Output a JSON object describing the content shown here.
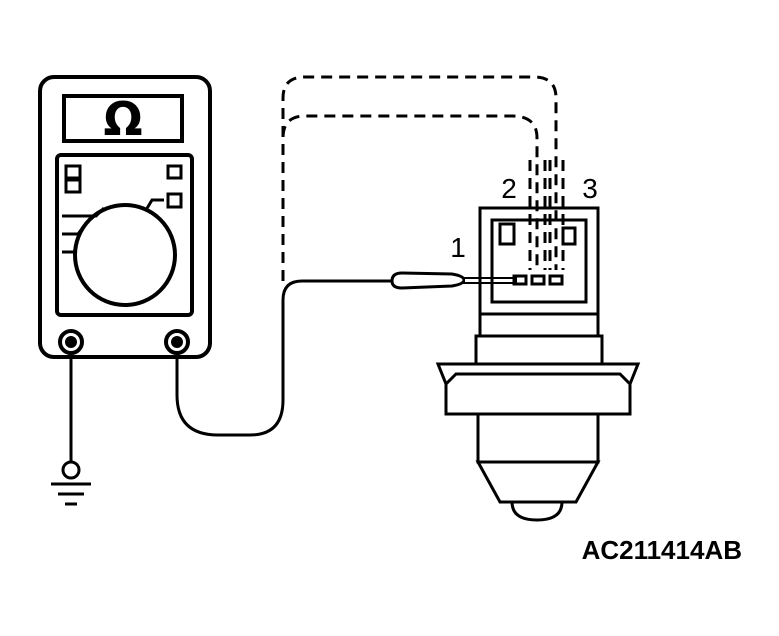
{
  "meter": {
    "display_symbol": "Ω",
    "function_icon": "ohm-symbol"
  },
  "connector": {
    "pin_labels": [
      "1",
      "2",
      "3"
    ]
  },
  "figure_code": "AC211414AB",
  "colors": {
    "line": "#000000",
    "background": "#ffffff"
  }
}
